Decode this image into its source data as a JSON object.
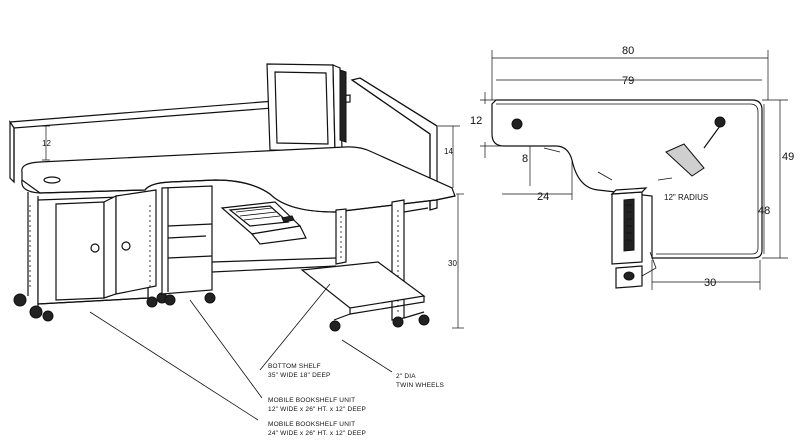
{
  "perspective": {
    "dims": {
      "panel_height": "12",
      "panel_side": "14",
      "desk_height": "30"
    },
    "callouts": {
      "bottom_shelf": {
        "line1": "BOTTOM SHELF",
        "line2": "35\" WIDE 18\" DEEP"
      },
      "wheels": {
        "line1": "2\" DIA",
        "line2": "TWIN WHEELS"
      },
      "bookshelf_12": {
        "line1": "MOBILE BOOKSHELF UNIT",
        "line2": "12\" WIDE x 26\" HT. x 12\" DEEP"
      },
      "bookshelf_24": {
        "line1": "MOBILE BOOKSHELF UNIT",
        "line2": "24\" WIDE x 26\" HT. x 12\" DEEP"
      }
    }
  },
  "plan": {
    "dims": {
      "overall_width": "80",
      "top_width": "79",
      "panel_depth": "12",
      "return_depth": "8",
      "return_width": "24",
      "radius": "12\" RADIUS",
      "overall_depth": "49",
      "side_depth": "48",
      "bottom_width": "30"
    }
  }
}
